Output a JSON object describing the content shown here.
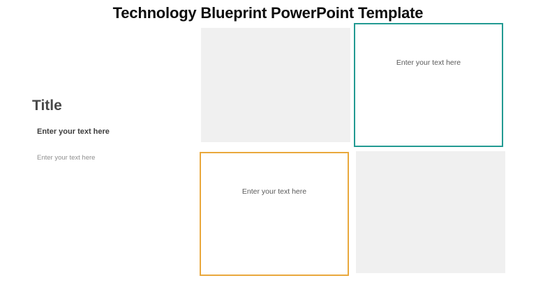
{
  "slide": {
    "title": "Technology Blueprint PowerPoint Template"
  },
  "left_panel": {
    "heading": "Title",
    "subheading_bold": "Enter your text here",
    "subheading_light": "Enter your text here"
  },
  "boxes": {
    "teal": {
      "text": "Enter your text here",
      "border_color": "#229a92"
    },
    "orange": {
      "text": "Enter your text here",
      "border_color": "#e9a83c"
    },
    "gray_fill": "#f0f0f0"
  }
}
